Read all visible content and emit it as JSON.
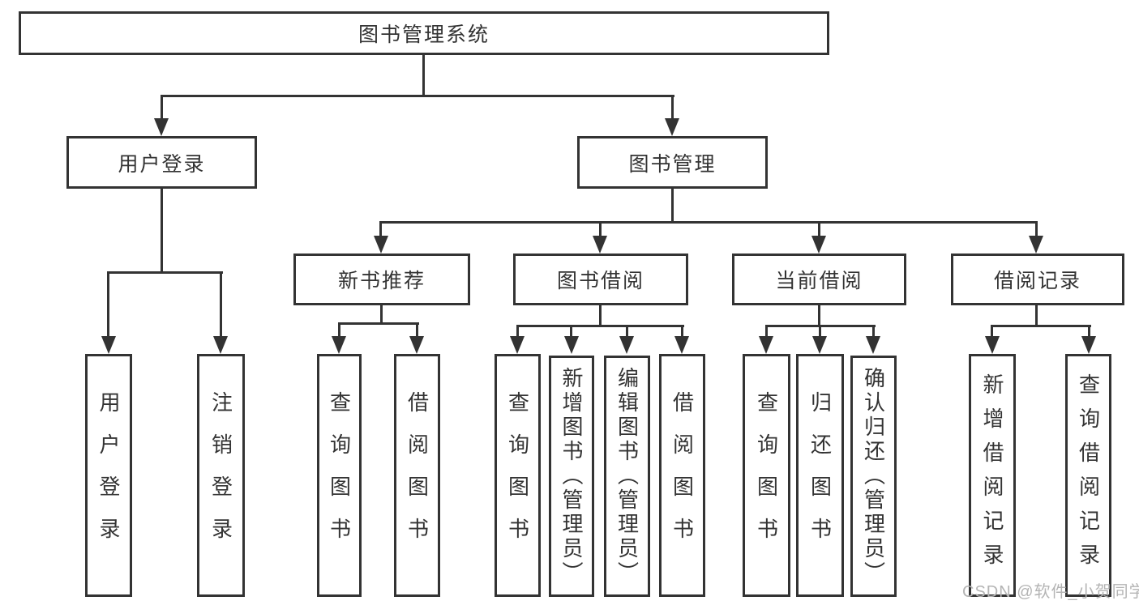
{
  "tree": {
    "root": {
      "label": "图书管理系统"
    },
    "children": [
      {
        "label": "用户登录",
        "children": [
          {
            "label": "用户登录"
          },
          {
            "label": "注销登录"
          }
        ]
      },
      {
        "label": "图书管理",
        "children": [
          {
            "label": "新书推荐",
            "children": [
              {
                "label": "查询图书"
              },
              {
                "label": "借阅图书"
              }
            ]
          },
          {
            "label": "图书借阅",
            "children": [
              {
                "label": "查询图书"
              },
              {
                "label": "新增图书（管理员）"
              },
              {
                "label": "编辑图书（管理员）"
              },
              {
                "label": "借阅图书"
              }
            ]
          },
          {
            "label": "当前借阅",
            "children": [
              {
                "label": "查询图书"
              },
              {
                "label": "归还图书"
              },
              {
                "label": "确认归还（管理员）"
              }
            ]
          },
          {
            "label": "借阅记录",
            "children": [
              {
                "label": "新增借阅记录"
              },
              {
                "label": "查询借阅记录"
              }
            ]
          }
        ]
      }
    ]
  },
  "watermark": {
    "text": "CSDN @软件_小贺同学"
  },
  "colors": {
    "line": "#333333",
    "text": "#333333",
    "box_background": "#ffffff",
    "page_background": "#ffffff",
    "watermark_text": "#b4b4b4"
  }
}
